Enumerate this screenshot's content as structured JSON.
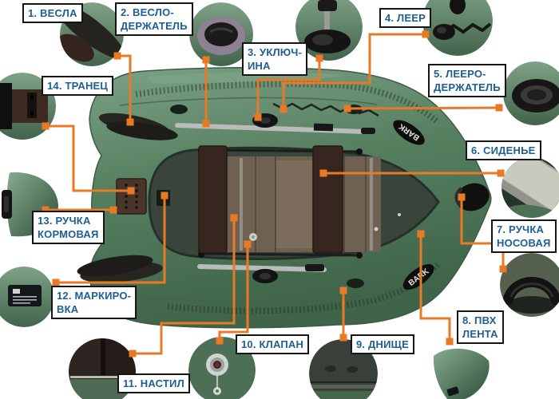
{
  "diagram": {
    "title_hint": "Inflatable rowing boat parts diagram",
    "colors": {
      "accent_orange": "#e87a25",
      "label_text_blue": "#1d5e93",
      "label_border": "#151515",
      "hull_green": "#57805f"
    },
    "boat": {
      "logo": "BARK"
    },
    "labels": [
      {
        "num": 1,
        "text": "1. ВЕСЛА",
        "part": "oars"
      },
      {
        "num": 2,
        "text": "2. ВЕСЛО-\nДЕРЖАТЕЛЬ",
        "part": "oar-holder"
      },
      {
        "num": 3,
        "text": "3. УКЛЮЧ-\nИНА",
        "part": "rowlock"
      },
      {
        "num": 4,
        "text": "4. ЛЕЕР",
        "part": "grab-rope"
      },
      {
        "num": 5,
        "text": "5. ЛЕЕРО-\nДЕРЖАТЕЛЬ",
        "part": "rope-holder"
      },
      {
        "num": 6,
        "text": "6. СИДЕНЬЕ",
        "part": "seat"
      },
      {
        "num": 7,
        "text": "7. РУЧКА\nНОСОВАЯ",
        "part": "bow-handle"
      },
      {
        "num": 8,
        "text": "8. ПВХ\nЛЕНТА",
        "part": "pvc-tape"
      },
      {
        "num": 9,
        "text": "9. ДНИЩЕ",
        "part": "hull-bottom"
      },
      {
        "num": 10,
        "text": "10. КЛАПАН",
        "part": "valve"
      },
      {
        "num": 11,
        "text": "11. НАСТИЛ",
        "part": "floorboard"
      },
      {
        "num": 12,
        "text": "12. МАРКИРО-\nВКА",
        "part": "marking"
      },
      {
        "num": 13,
        "text": "13. РУЧКА\nКОРМОВАЯ",
        "part": "stern-handle"
      },
      {
        "num": 14,
        "text": "14. ТРАНЕЦ",
        "part": "transom"
      }
    ]
  }
}
